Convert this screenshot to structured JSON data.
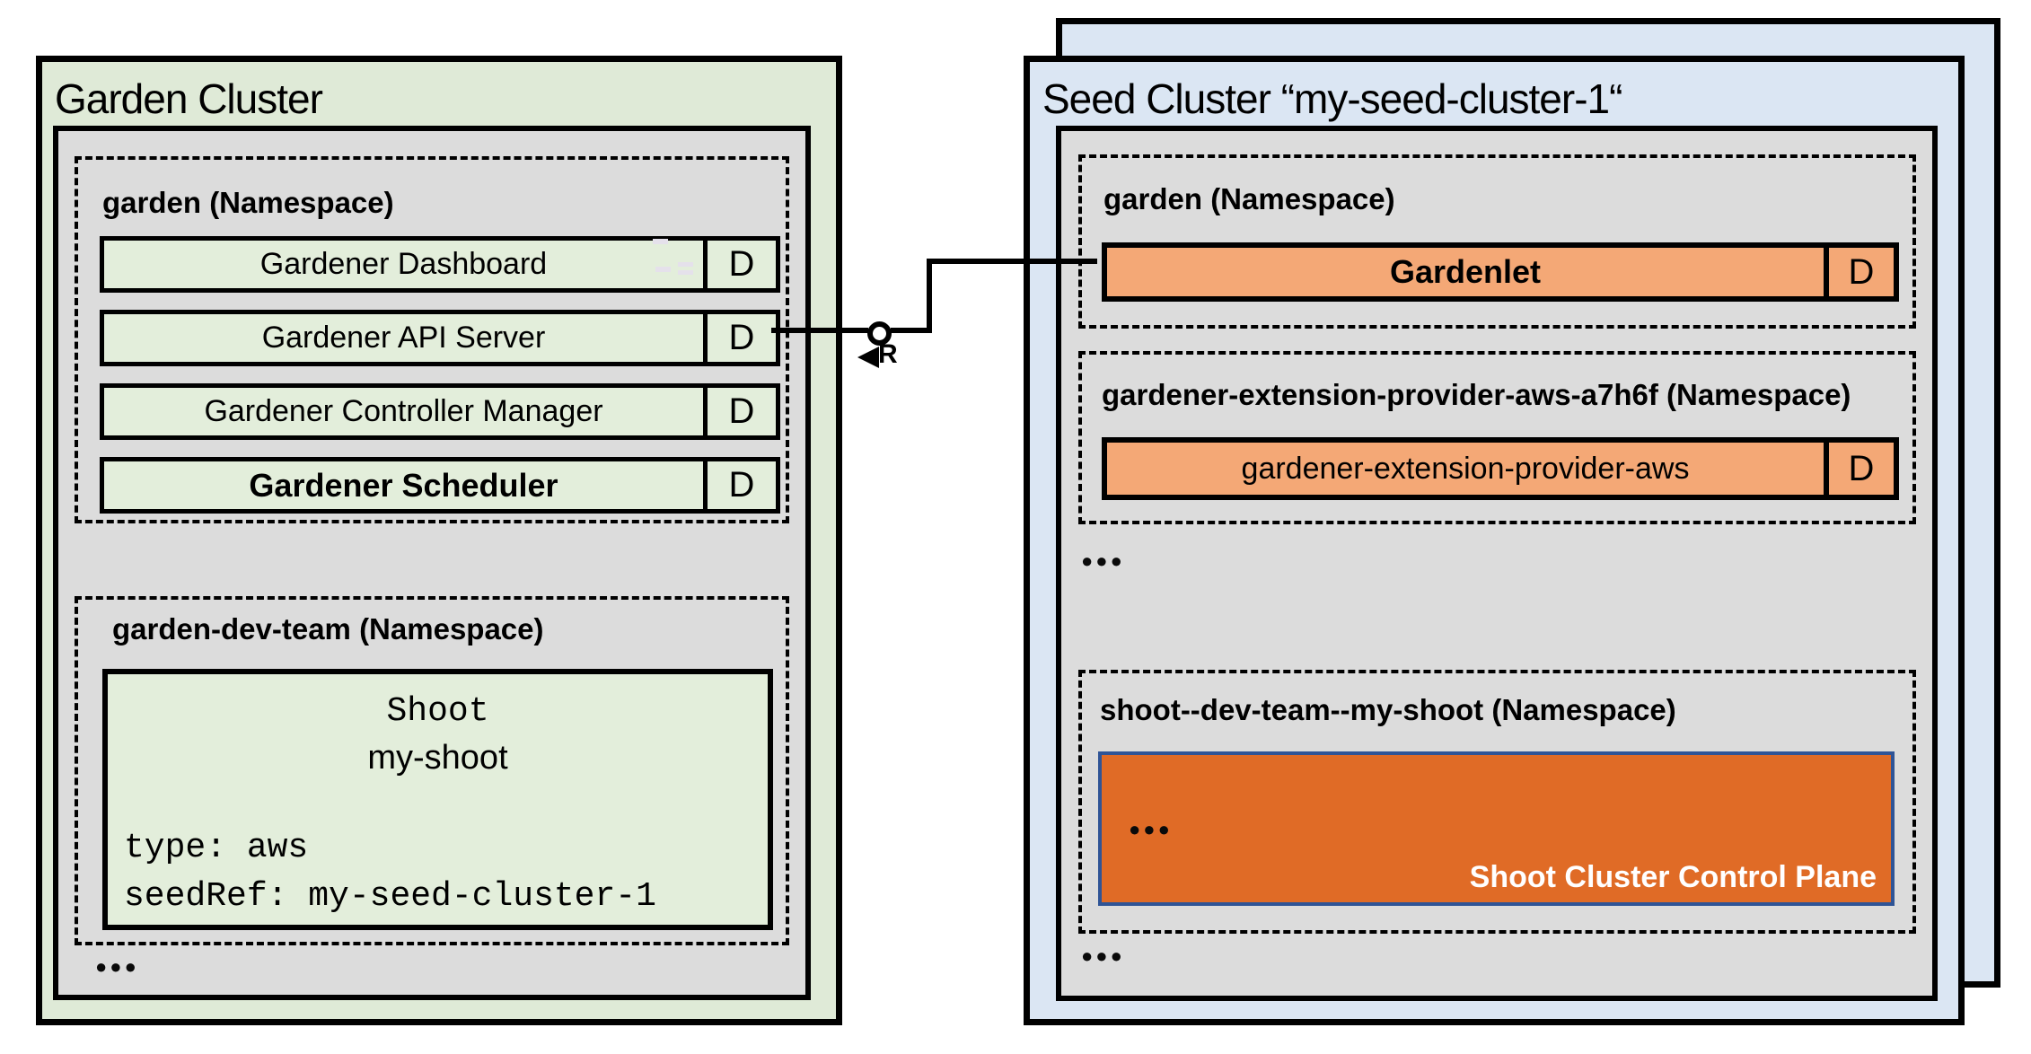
{
  "left_cluster": {
    "title": "Garden Cluster",
    "namespace_garden": {
      "title": "garden (Namespace)",
      "rows": [
        {
          "label": "Gardener Dashboard",
          "badge": "D"
        },
        {
          "label": "Gardener API Server",
          "badge": "D"
        },
        {
          "label": "Gardener Controller Manager",
          "badge": "D"
        },
        {
          "label": "Gardener Scheduler",
          "badge": "D"
        }
      ]
    },
    "namespace_dev_team": {
      "title": "garden-dev-team (Namespace)",
      "shoot": {
        "kind": "Shoot",
        "name": "my-shoot",
        "spec_lines": [
          "type: aws",
          "seedRef: my-seed-cluster-1"
        ]
      }
    },
    "ellipsis": "●●●"
  },
  "connector": {
    "label": "R"
  },
  "right_cluster": {
    "title": "Seed Cluster “my-seed-cluster-1“",
    "namespace_garden": {
      "title": "garden (Namespace)",
      "component": {
        "label": "Gardenlet",
        "badge": "D"
      }
    },
    "namespace_extension": {
      "title": "gardener-extension-provider-aws-a7h6f (Namespace)",
      "component": {
        "label": "gardener-extension-provider-aws",
        "badge": "D"
      }
    },
    "ellipsis_1": "●●●",
    "namespace_shoot": {
      "title": "shoot--dev-team--my-shoot (Namespace)",
      "control_plane": {
        "ellipsis": "●●●",
        "label": "Shoot Cluster Control Plane"
      }
    },
    "ellipsis_2": "●●●"
  },
  "colors": {
    "garden_green": "#dfead7",
    "item_green": "#e3eedb",
    "panel_gray": "#dcdcdc",
    "seed_blue": "#dbe6f3",
    "component_orange": "#f4a876",
    "control_plane_orange": "#e06b26",
    "control_plane_border_blue": "#2f5496",
    "outline_black": "#000000"
  }
}
